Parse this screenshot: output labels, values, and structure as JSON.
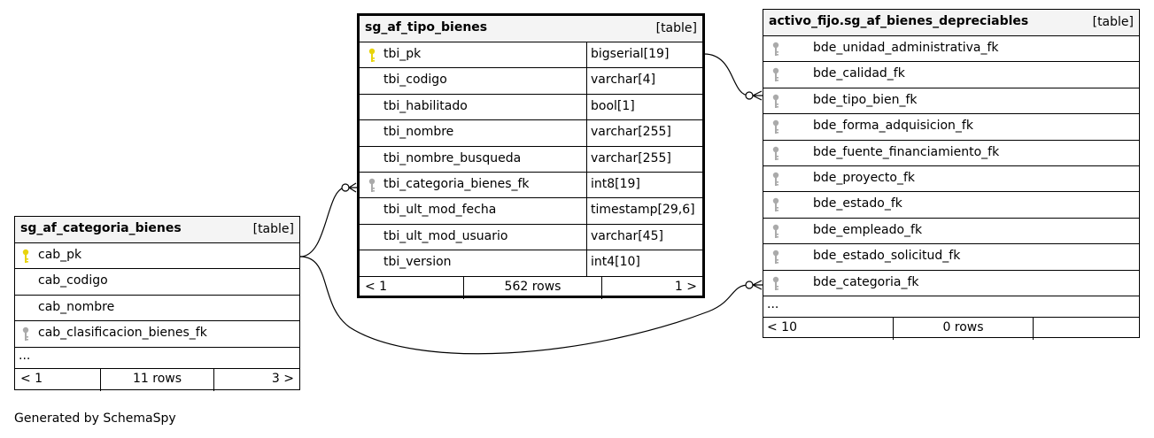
{
  "colors": {
    "primary_key": "#e8d40c",
    "foreign_key": "#aaaaaa",
    "header_bg": "#f4f4f4",
    "border": "#000000"
  },
  "tables": {
    "tipo_bienes": {
      "name": "sg_af_tipo_bienes",
      "type_label": "[table]",
      "columns": [
        {
          "name": "tbi_pk",
          "type": "bigserial[19]",
          "key": "pk"
        },
        {
          "name": "tbi_codigo",
          "type": "varchar[4]",
          "key": ""
        },
        {
          "name": "tbi_habilitado",
          "type": "bool[1]",
          "key": ""
        },
        {
          "name": "tbi_nombre",
          "type": "varchar[255]",
          "key": ""
        },
        {
          "name": "tbi_nombre_busqueda",
          "type": "varchar[255]",
          "key": ""
        },
        {
          "name": "tbi_categoria_bienes_fk",
          "type": "int8[19]",
          "key": "fk"
        },
        {
          "name": "tbi_ult_mod_fecha",
          "type": "timestamp[29,6]",
          "key": ""
        },
        {
          "name": "tbi_ult_mod_usuario",
          "type": "varchar[45]",
          "key": ""
        },
        {
          "name": "tbi_version",
          "type": "int4[10]",
          "key": ""
        }
      ],
      "footer": {
        "left": "< 1",
        "center": "562 rows",
        "right": "1 >"
      }
    },
    "bienes_depreciables": {
      "name": "activo_fijo.sg_af_bienes_depreciables",
      "type_label": "[table]",
      "columns": [
        {
          "name": "bde_unidad_administrativa_fk",
          "key": "fk"
        },
        {
          "name": "bde_calidad_fk",
          "key": "fk"
        },
        {
          "name": "bde_tipo_bien_fk",
          "key": "fk"
        },
        {
          "name": "bde_forma_adquisicion_fk",
          "key": "fk"
        },
        {
          "name": "bde_fuente_financiamiento_fk",
          "key": "fk"
        },
        {
          "name": "bde_proyecto_fk",
          "key": "fk"
        },
        {
          "name": "bde_estado_fk",
          "key": "fk"
        },
        {
          "name": "bde_empleado_fk",
          "key": "fk"
        },
        {
          "name": "bde_estado_solicitud_fk",
          "key": "fk"
        },
        {
          "name": "bde_categoria_fk",
          "key": "fk"
        }
      ],
      "ellipsis": "...",
      "footer": {
        "left": "< 10",
        "center": "0 rows",
        "right": ""
      }
    },
    "categoria_bienes": {
      "name": "sg_af_categoria_bienes",
      "type_label": "[table]",
      "columns": [
        {
          "name": "cab_pk",
          "key": "pk"
        },
        {
          "name": "cab_codigo",
          "key": ""
        },
        {
          "name": "cab_nombre",
          "key": ""
        },
        {
          "name": "cab_clasificacion_bienes_fk",
          "key": "fk"
        }
      ],
      "ellipsis": "...",
      "footer": {
        "left": "< 1",
        "center": "11 rows",
        "right": "3 >"
      }
    }
  },
  "credit": "Generated by SchemaSpy"
}
